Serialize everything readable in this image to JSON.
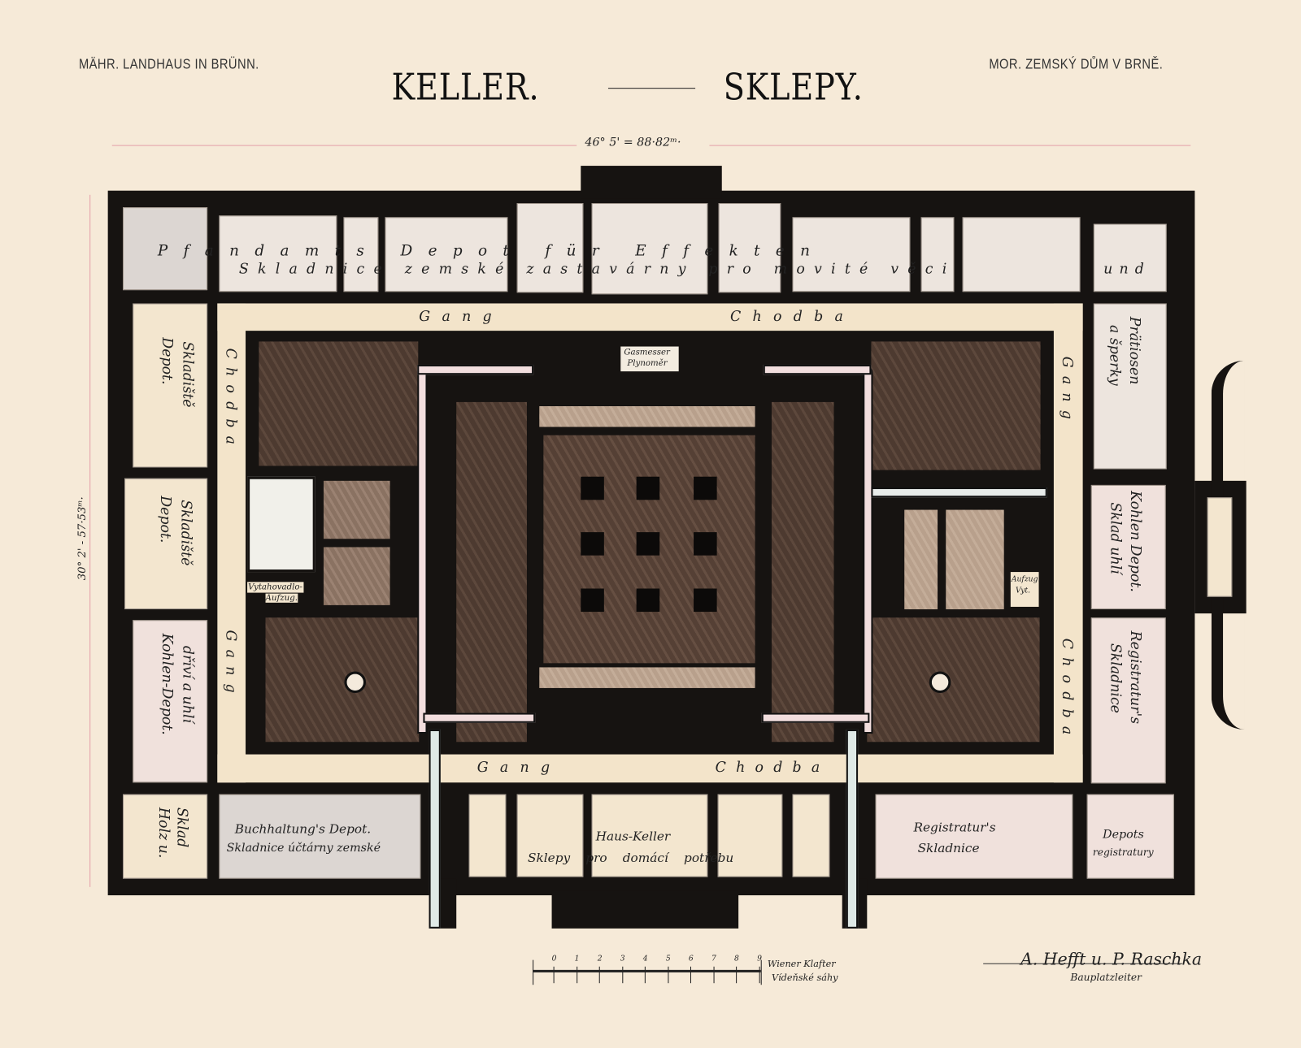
{
  "header": {
    "left": "MÄHR. LANDHAUS IN BRÜNN.",
    "right": "MOR. ZEMSKÝ DŮM V BRNĚ.",
    "title_de": "KELLER.",
    "title_cz": "SKLEPY."
  },
  "dimensions": {
    "width": "46° 5' = 88·82ᵐ·",
    "height": "30° 2' - 57·53ᵐ·"
  },
  "rooms": {
    "top_de": "Pfandamts Depot für Effekten",
    "top_cz": "Skladnice zemské zastavárny pro movité věci",
    "top_und": "und",
    "corridor_gang": "Gang",
    "corridor_chodba": "Chodba",
    "left_1": [
      "Depot.",
      "Skladiště"
    ],
    "left_2": [
      "Depot.",
      "Skladiště"
    ],
    "left_3": [
      "Kohlen-Depot.",
      "dříví a uhlí"
    ],
    "left_4": [
      "Holz u.",
      "Sklad"
    ],
    "stair_lift": [
      "Vytahovadlo-",
      "Aufzug."
    ],
    "gas": [
      "Gasmesser",
      "Plynoměr"
    ],
    "lift_right": [
      "Aufzug.",
      "Vyt."
    ],
    "right_1": [
      "Prätiosen",
      "a šperky"
    ],
    "right_2": [
      "Kohlen Depot.",
      "Sklad uhlí"
    ],
    "right_3": [
      "Registratur's",
      "Skladnice"
    ],
    "bottom_1": [
      "Buchhaltung's Depot.",
      "Skladnice účtárny zemské"
    ],
    "bottom_2": [
      "Haus-Keller",
      "Sklepy pro domácí potřebu"
    ],
    "bottom_3": [
      "Registratur's",
      "Skladnice"
    ],
    "bottom_4": [
      "Depots",
      "registratury"
    ]
  },
  "scale": {
    "ticks": [
      "0",
      "1",
      "2",
      "3",
      "4",
      "5",
      "6",
      "7",
      "8",
      "9"
    ],
    "unit_de": "Wiener Klafter",
    "unit_cz": "Vídeňské sáhy"
  },
  "signature": {
    "line1": "A. Hefft u. P. Raschka",
    "line2": "Bauplatzleiter"
  }
}
